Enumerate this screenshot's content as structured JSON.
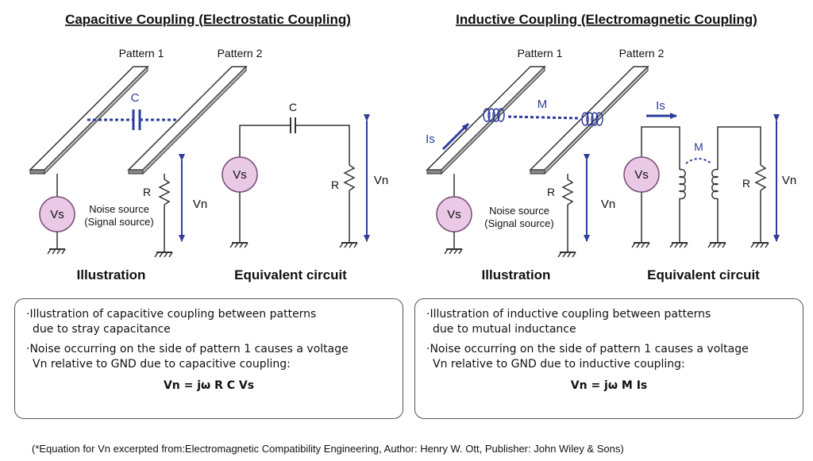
{
  "left": {
    "title": "Capacitive Coupling (Electrostatic Coupling)",
    "pattern1": "Pattern 1",
    "pattern2": "Pattern 2",
    "coupling_label": "C",
    "r_label": "R",
    "vn_label": "Vn",
    "vs_label": "Vs",
    "noise_line1": "Noise source",
    "noise_line2": "(Signal source)",
    "eq_c_label": "C",
    "eq_r_label": "R",
    "eq_vn_label": "Vn",
    "eq_vs_label": "Vs",
    "caption_illustration": "Illustration",
    "caption_equivalent": "Equivalent circuit",
    "bullet1_line1": "·Illustration of capacitive coupling between patterns",
    "bullet1_line2": "due to stray capacitance",
    "bullet2_line1": "·Noise occurring on the side of pattern 1 causes a voltage",
    "bullet2_line2": "Vn relative to GND due to capacitive coupling:",
    "equation": "Vn = jω R C Vs"
  },
  "right": {
    "title": "Inductive Coupling (Electromagnetic Coupling)",
    "pattern1": "Pattern 1",
    "pattern2": "Pattern 2",
    "coupling_label": "M",
    "is_label": "Is",
    "r_label": "R",
    "vn_label": "Vn",
    "vs_label": "Vs",
    "noise_line1": "Noise source",
    "noise_line2": "(Signal source)",
    "eq_is_label": "Is",
    "eq_m_label": "M",
    "eq_r_label": "R",
    "eq_vn_label": "Vn",
    "eq_vs_label": "Vs",
    "caption_illustration": "Illustration",
    "caption_equivalent": "Equivalent circuit",
    "bullet1_line1": "·Illustration of inductive coupling between patterns",
    "bullet1_line2": "due to mutual inductance",
    "bullet2_line1": "·Noise occurring on the side of pattern 1 causes a voltage",
    "bullet2_line2": "Vn relative to GND due to inductive coupling:",
    "equation": "Vn = jω M Is"
  },
  "footnote": "(*Equation for Vn excerpted from:Electromagnetic Compatibility Engineering, Author: Henry W. Ott, Publisher: John Wiley & Sons)",
  "colors": {
    "accent_blue": "#2e3d9c",
    "source_fill": "#e9c9e6",
    "source_stroke": "#7a4d78"
  }
}
